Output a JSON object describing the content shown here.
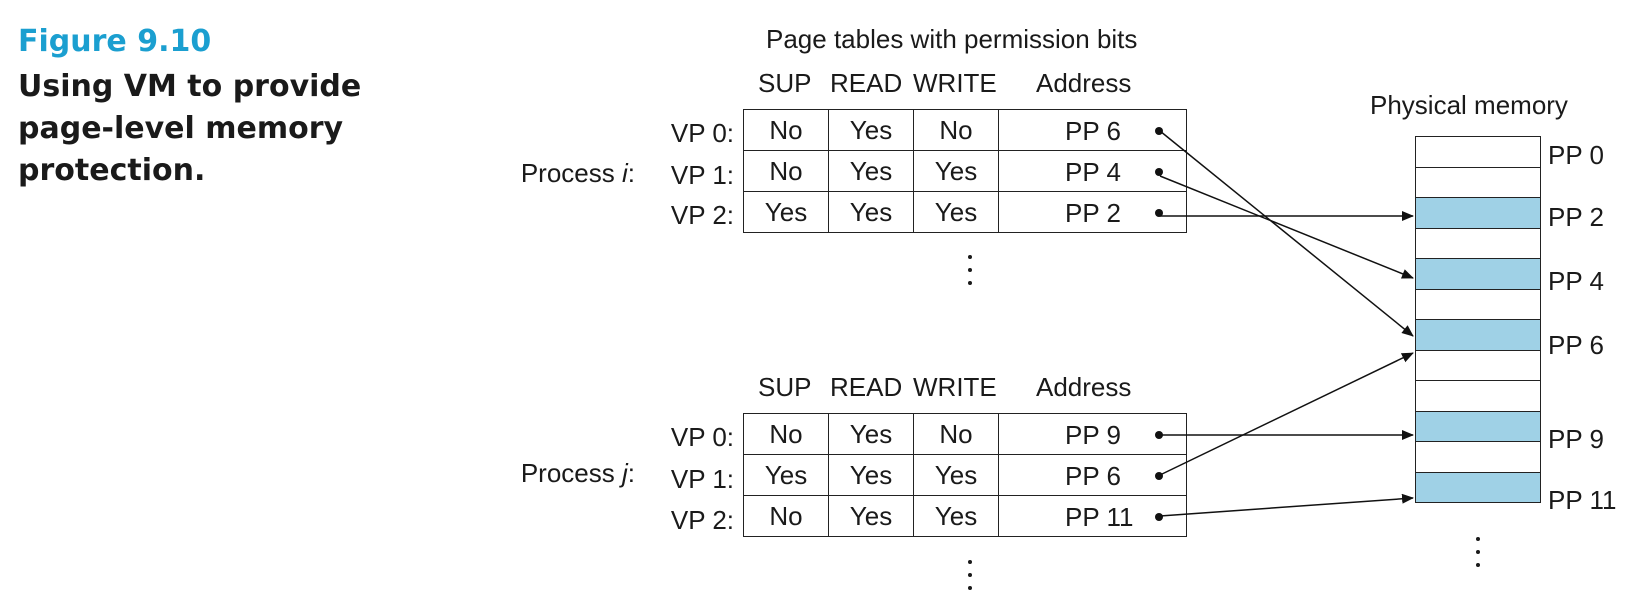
{
  "caption": {
    "figure": "Figure 9.10",
    "title": "Using VM to provide page-level memory protection."
  },
  "diagram": {
    "title": "Page tables with permission bits",
    "physical_memory_label": "Physical memory",
    "columns": [
      "SUP",
      "READ",
      "WRITE",
      "Address"
    ],
    "processes": [
      {
        "label_prefix": "Process ",
        "label_var": "i",
        "label_suffix": ":",
        "rows": [
          {
            "vp": "VP 0:",
            "sup": "No",
            "read": "Yes",
            "write": "No",
            "addr": "PP 6"
          },
          {
            "vp": "VP 1:",
            "sup": "No",
            "read": "Yes",
            "write": "Yes",
            "addr": "PP 4"
          },
          {
            "vp": "VP 2:",
            "sup": "Yes",
            "read": "Yes",
            "write": "Yes",
            "addr": "PP 2"
          }
        ]
      },
      {
        "label_prefix": "Process ",
        "label_var": "j",
        "label_suffix": ":",
        "rows": [
          {
            "vp": "VP 0:",
            "sup": "No",
            "read": "Yes",
            "write": "No",
            "addr": "PP 9"
          },
          {
            "vp": "VP 1:",
            "sup": "Yes",
            "read": "Yes",
            "write": "Yes",
            "addr": "PP 6"
          },
          {
            "vp": "VP 2:",
            "sup": "No",
            "read": "Yes",
            "write": "Yes",
            "addr": "PP 11"
          }
        ]
      }
    ],
    "physical_pages": [
      "PP 0",
      "PP 2",
      "PP 4",
      "PP 6",
      "PP 9",
      "PP 11"
    ],
    "used_slot_color": "#9fd1e6",
    "caption_color": "#1b9fd0"
  }
}
